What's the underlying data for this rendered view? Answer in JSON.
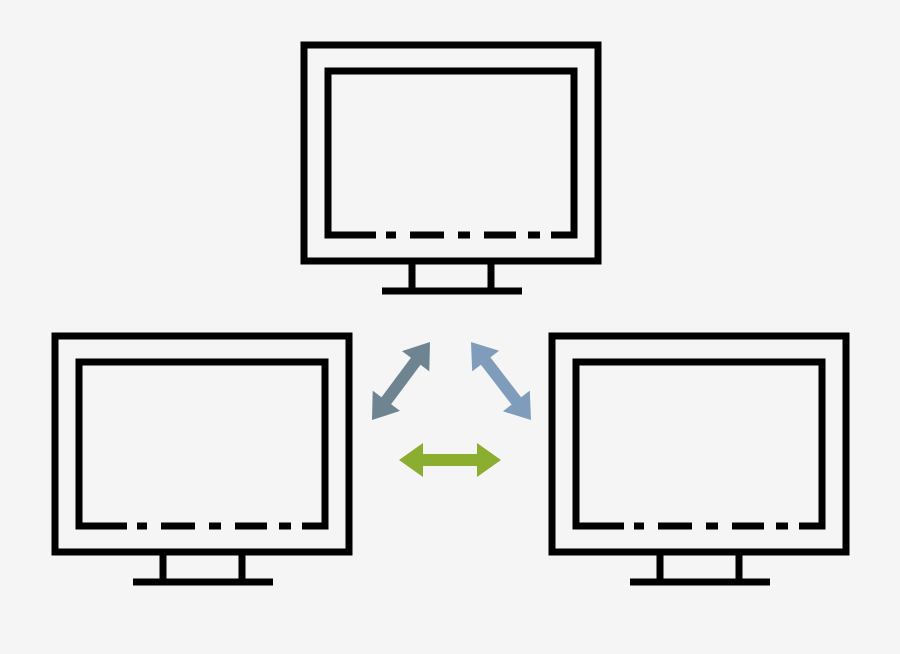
{
  "diagram": {
    "background": "#f5f5f5",
    "stroke_color": "#000000",
    "monitors": [
      {
        "name": "top",
        "icon": "monitor-icon"
      },
      {
        "name": "bottom-left",
        "icon": "monitor-icon"
      },
      {
        "name": "bottom-right",
        "icon": "monitor-icon"
      }
    ],
    "connections": [
      {
        "from": "bottom-left",
        "to": "top",
        "color": "#6e8591",
        "icon": "double-arrow-icon"
      },
      {
        "from": "top",
        "to": "bottom-right",
        "color": "#7f9dbb",
        "icon": "double-arrow-icon"
      },
      {
        "from": "bottom-left",
        "to": "bottom-right",
        "color": "#8bad30",
        "icon": "double-arrow-icon"
      }
    ]
  }
}
